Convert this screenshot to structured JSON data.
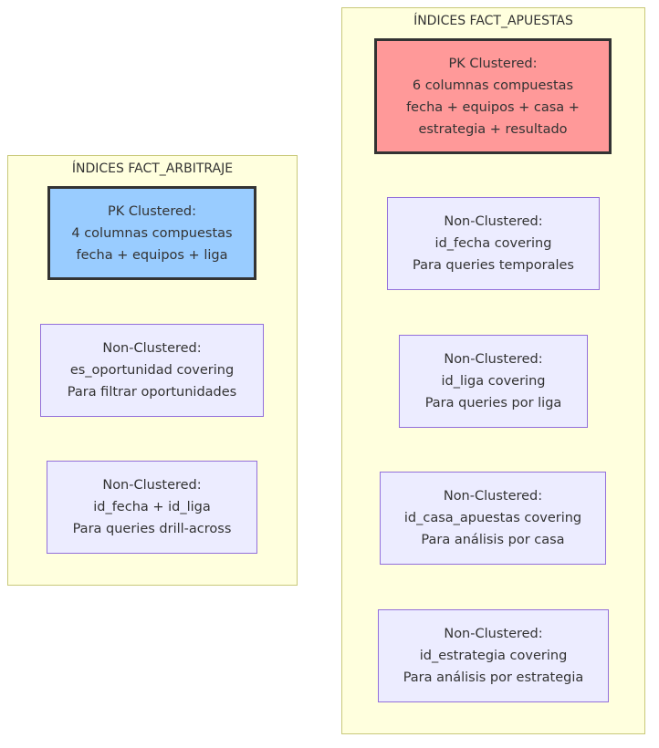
{
  "clusters": {
    "arbitraje": {
      "title": "ÍNDICES FACT_ARBITRAJE",
      "nodes": [
        {
          "line1": "PK Clustered:",
          "line2": "4 columnas compuestas",
          "line3": "fecha + equipos + liga"
        },
        {
          "line1": "Non-Clustered:",
          "line2": "es_oportunidad covering",
          "line3": "Para filtrar oportunidades"
        },
        {
          "line1": "Non-Clustered:",
          "line2": "id_fecha + id_liga",
          "line3": "Para queries drill-across"
        }
      ]
    },
    "apuestas": {
      "title": "ÍNDICES FACT_APUESTAS",
      "nodes": [
        {
          "line1": "PK Clustered:",
          "line2": "6 columnas compuestas",
          "line3": "fecha + equipos + casa +",
          "line4": "estrategia + resultado"
        },
        {
          "line1": "Non-Clustered:",
          "line2": "id_fecha covering",
          "line3": "Para queries temporales"
        },
        {
          "line1": "Non-Clustered:",
          "line2": "id_liga covering",
          "line3": "Para queries por liga"
        },
        {
          "line1": "Non-Clustered:",
          "line2": "id_casa_apuestas covering",
          "line3": "Para análisis por casa"
        },
        {
          "line1": "Non-Clustered:",
          "line2": "id_estrategia covering",
          "line3": "Para análisis por estrategia"
        }
      ]
    }
  },
  "colors": {
    "cluster_fill": "#ffffde",
    "cluster_border": "#c9c97a",
    "node_fill": "#ececff",
    "node_border": "#9370db",
    "pk_arbitraje_fill": "#99ccff",
    "pk_apuestas_fill": "#ff9999"
  }
}
